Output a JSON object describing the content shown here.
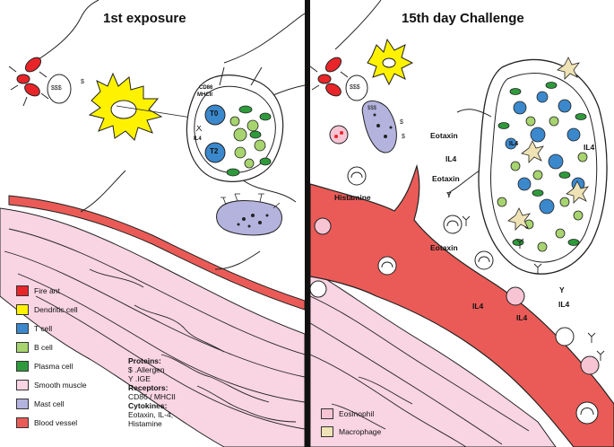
{
  "left_panel": {
    "title": "1st exposure",
    "cell_labels": {
      "cd86": "CD86",
      "mhcii": "MHCII",
      "il4": "IL4",
      "th0": "T0",
      "th2": "T2"
    },
    "legend": [
      {
        "label": "Fire ant",
        "color": "#e8262a"
      },
      {
        "label": "Dendritic cell",
        "color": "#fff200"
      },
      {
        "label": "T cell",
        "color": "#3b88cc"
      },
      {
        "label": "B cell",
        "color": "#a7d46f"
      },
      {
        "label": "Plasma cell",
        "color": "#2e9a3c"
      },
      {
        "label": "Smooth muscle",
        "color": "#f9d4e2"
      },
      {
        "label": "Mast cell",
        "color": "#b4b3de"
      },
      {
        "label": "Blood vessel",
        "color": "#ea5b57"
      }
    ],
    "info": {
      "proteins_heading": "Proteins:",
      "proteins": [
        "$ .Allergen",
        "Y .IGE"
      ],
      "receptors_heading": "Receptors:",
      "receptors": "CD86 / MHCII",
      "cytokines_heading": "Cytokines:",
      "cytokines": [
        "Eotaxin, IL-4,",
        "Histamine"
      ]
    }
  },
  "right_panel": {
    "title": "15th day Challenge",
    "labels": {
      "eotaxin_1": "Eotaxin",
      "il4_1": "IL4",
      "eotaxin_2": "Eotaxin",
      "y_1": "Y",
      "histamine": "Histamine",
      "eotaxin_3": "Eotaxin",
      "il4_2": "IL4",
      "il4_3": "IL4",
      "il4_4": "IL4",
      "il4_5": "IL4",
      "il4_6": "IL4",
      "y_2": "Y"
    },
    "legend": [
      {
        "label": "Eosinophil",
        "color": "#f6c4d3"
      },
      {
        "label": "Macrophage",
        "color": "#efe3b5"
      }
    ]
  }
}
